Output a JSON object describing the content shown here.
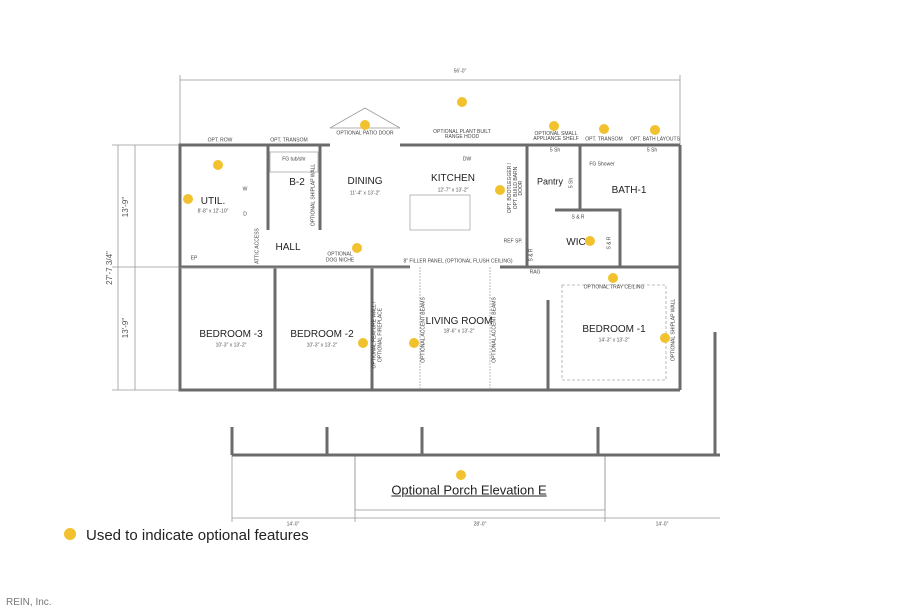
{
  "dimensions": {
    "overall_width": "56'-0\"",
    "overall_depth": "27'-7 3/4\"",
    "upper_depth": "13'-9\"",
    "lower_depth": "13'-9\"",
    "porch_left": "14'-0\"",
    "porch_center": "28'-0\"",
    "porch_right": "14'-0\""
  },
  "rooms": {
    "util": "UTIL.",
    "util_size": "8'-8\" x 12'-10\"",
    "b2": "B-2",
    "dining": "DINING",
    "dining_size": "11'-4\" x 13'-2\"",
    "kitchen": "KITCHEN",
    "kitchen_size": "12'-7\" x 13'-2\"",
    "pantry": "Pantry",
    "bath1": "BATH-1",
    "wic": "WIC",
    "hall": "HALL",
    "bedroom3": "BEDROOM -3",
    "bedroom3_size": "10'-3\" x 13'-2\"",
    "bedroom2": "BEDROOM -2",
    "bedroom2_size": "10'-3\" x 13'-2\"",
    "living": "LIVING ROOM",
    "living_size": "18'-6\" x 13'-2\"",
    "bedroom1": "BEDROOM -1",
    "bedroom1_size": "14'-3\" x 13'-2\""
  },
  "notes": {
    "opt_row": "OPT. ROW",
    "opt_transom_1": "OPT. TRANSOM",
    "fg_tub": "FG tub/shr",
    "opt_shiplap_wall_b2": "OPTIONAL SHIPLAP WALL",
    "optional_patio_door": "OPTIONAL PATIO DOOR",
    "optional_range_hood": "OPTIONAL PLANT BUILT RANGE HOOD",
    "dw": "DW",
    "optional_small_appliance_shelf": "OPTIONAL SMALL APPLIANCE SHELF",
    "opt_transom_2": "OPT. TRANSOM",
    "opt_bath_layouts": "OPT. BATH LAYOUTS",
    "s_sh_1": "5 Sh",
    "s_sh_2": "5 Sh",
    "s_sh_3": "5 Sh",
    "fg_shower": "FG Shower",
    "opt_bootlegger": "OPT. BOOTLEGGER / OPT. BUILD BARN DOOR",
    "ref": "REF SP.",
    "s_r_1": "S & R",
    "s_r_2": "S & R",
    "s_r_3": "S & R",
    "rag": "RAG",
    "attic_access": "ATTIC ACCESS",
    "optional_dog_niche": "OPTIONAL DOG NICHE",
    "filler_panel": "8\" FILLER PANEL (OPTIONAL FLUSH CEILING)",
    "ep": "EP",
    "w": "W",
    "d": "D",
    "optional_feature_wall": "OPTIONAL FEATURE WALL / OPTIONAL FIREPLACE",
    "optional_accent_beams_1": "OPTIONAL ACCENT BEAMS",
    "optional_accent_beams_2": "OPTIONAL ACCENT BEAMS",
    "optional_tray_ceiling": "OPTIONAL TRAY CEILING",
    "optional_shiplap_wall_b1": "OPTIONAL SHIPLAP WALL",
    "porch": "Optional Porch Elevation E"
  },
  "legend": {
    "text": "Used to indicate optional features",
    "marker_color": "#F2C12E"
  },
  "watermark": "REIN, Inc.",
  "colors": {
    "wall": "#6b6b6b",
    "line": "#999999",
    "marker": "#F2C12E"
  }
}
